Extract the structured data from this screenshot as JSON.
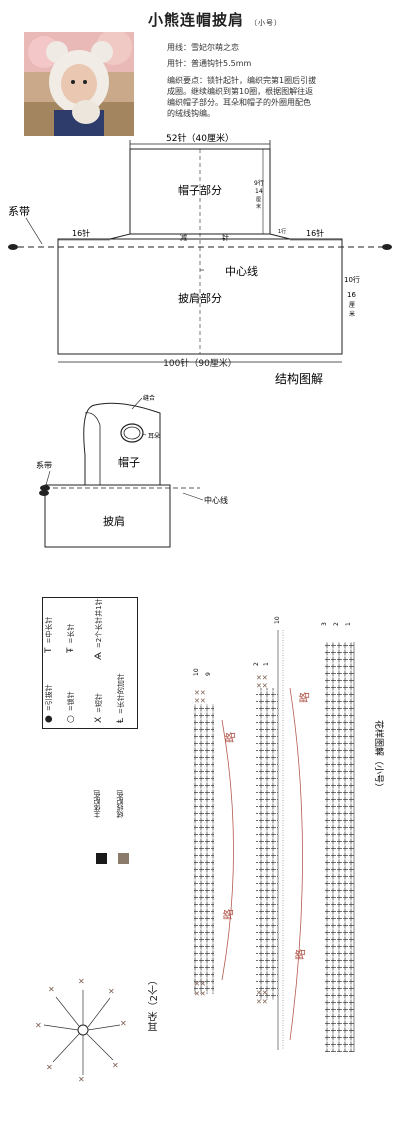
{
  "header": {
    "title": "小熊连帽披肩",
    "size_tag": "（小号）",
    "yarn": "用线：雪妃尔萌之恋",
    "hook": "用针：普通钩针5.5mm",
    "notes": [
      "编织要点：锁针起针，编织完第1圈后引拔",
      "成圈。继续编织到第10圈，根据图解往返",
      "编织帽子部分。耳朵和帽子的外圈用配色",
      "的绒线钩编。"
    ]
  },
  "structure": {
    "top_width": "52针（40厘米）",
    "hood_label": "帽子部分",
    "hood_height": [
      "9行",
      "14",
      "厘",
      "米"
    ],
    "tie_label": "系带",
    "left_count": "16针",
    "right_count": "16针",
    "decrease_label": "减",
    "decrease_label2": "针",
    "decrease_small": "1行",
    "center_label": "中心线",
    "cape_label": "披肩部分",
    "cape_height": [
      "10行",
      "16",
      "厘",
      "米"
    ],
    "bottom_width": "100针（90厘米）",
    "caption": "结构图解"
  },
  "sketch": {
    "seam": "缝合",
    "ear": "耳朵",
    "tie": "系带",
    "hood": "帽子",
    "cape": "披肩",
    "center": "中心线"
  },
  "legend": {
    "symbols": [
      {
        "glyph": "●",
        "text": "=引拔针"
      },
      {
        "glyph": "○",
        "text": "=锁针"
      },
      {
        "glyph": "X",
        "text": "=短针"
      },
      {
        "glyph": "T",
        "text": "=中长针"
      },
      {
        "glyph": "Ŧ",
        "text": "=长针"
      },
      {
        "glyph": "Ⱡ",
        "text": "=长针的加针"
      },
      {
        "glyph": "Ѧ",
        "text": "=2个长针并1针"
      }
    ],
    "main_color_label": "主体配色",
    "contrast_color_label": "绒线配色",
    "main_color": "#1a1a1a",
    "contrast_color": "#8b7b6b"
  },
  "pattern": {
    "title": "花样图解（小号）",
    "ear_title": "耳朵（2个）",
    "omit_mark": "略",
    "cols_left_nums": [
      "10",
      "9"
    ],
    "cols_mid_nums": [
      "2",
      "1"
    ],
    "cols_mid_top": "10",
    "cols_right_nums": [
      "3",
      "2",
      "1"
    ]
  }
}
